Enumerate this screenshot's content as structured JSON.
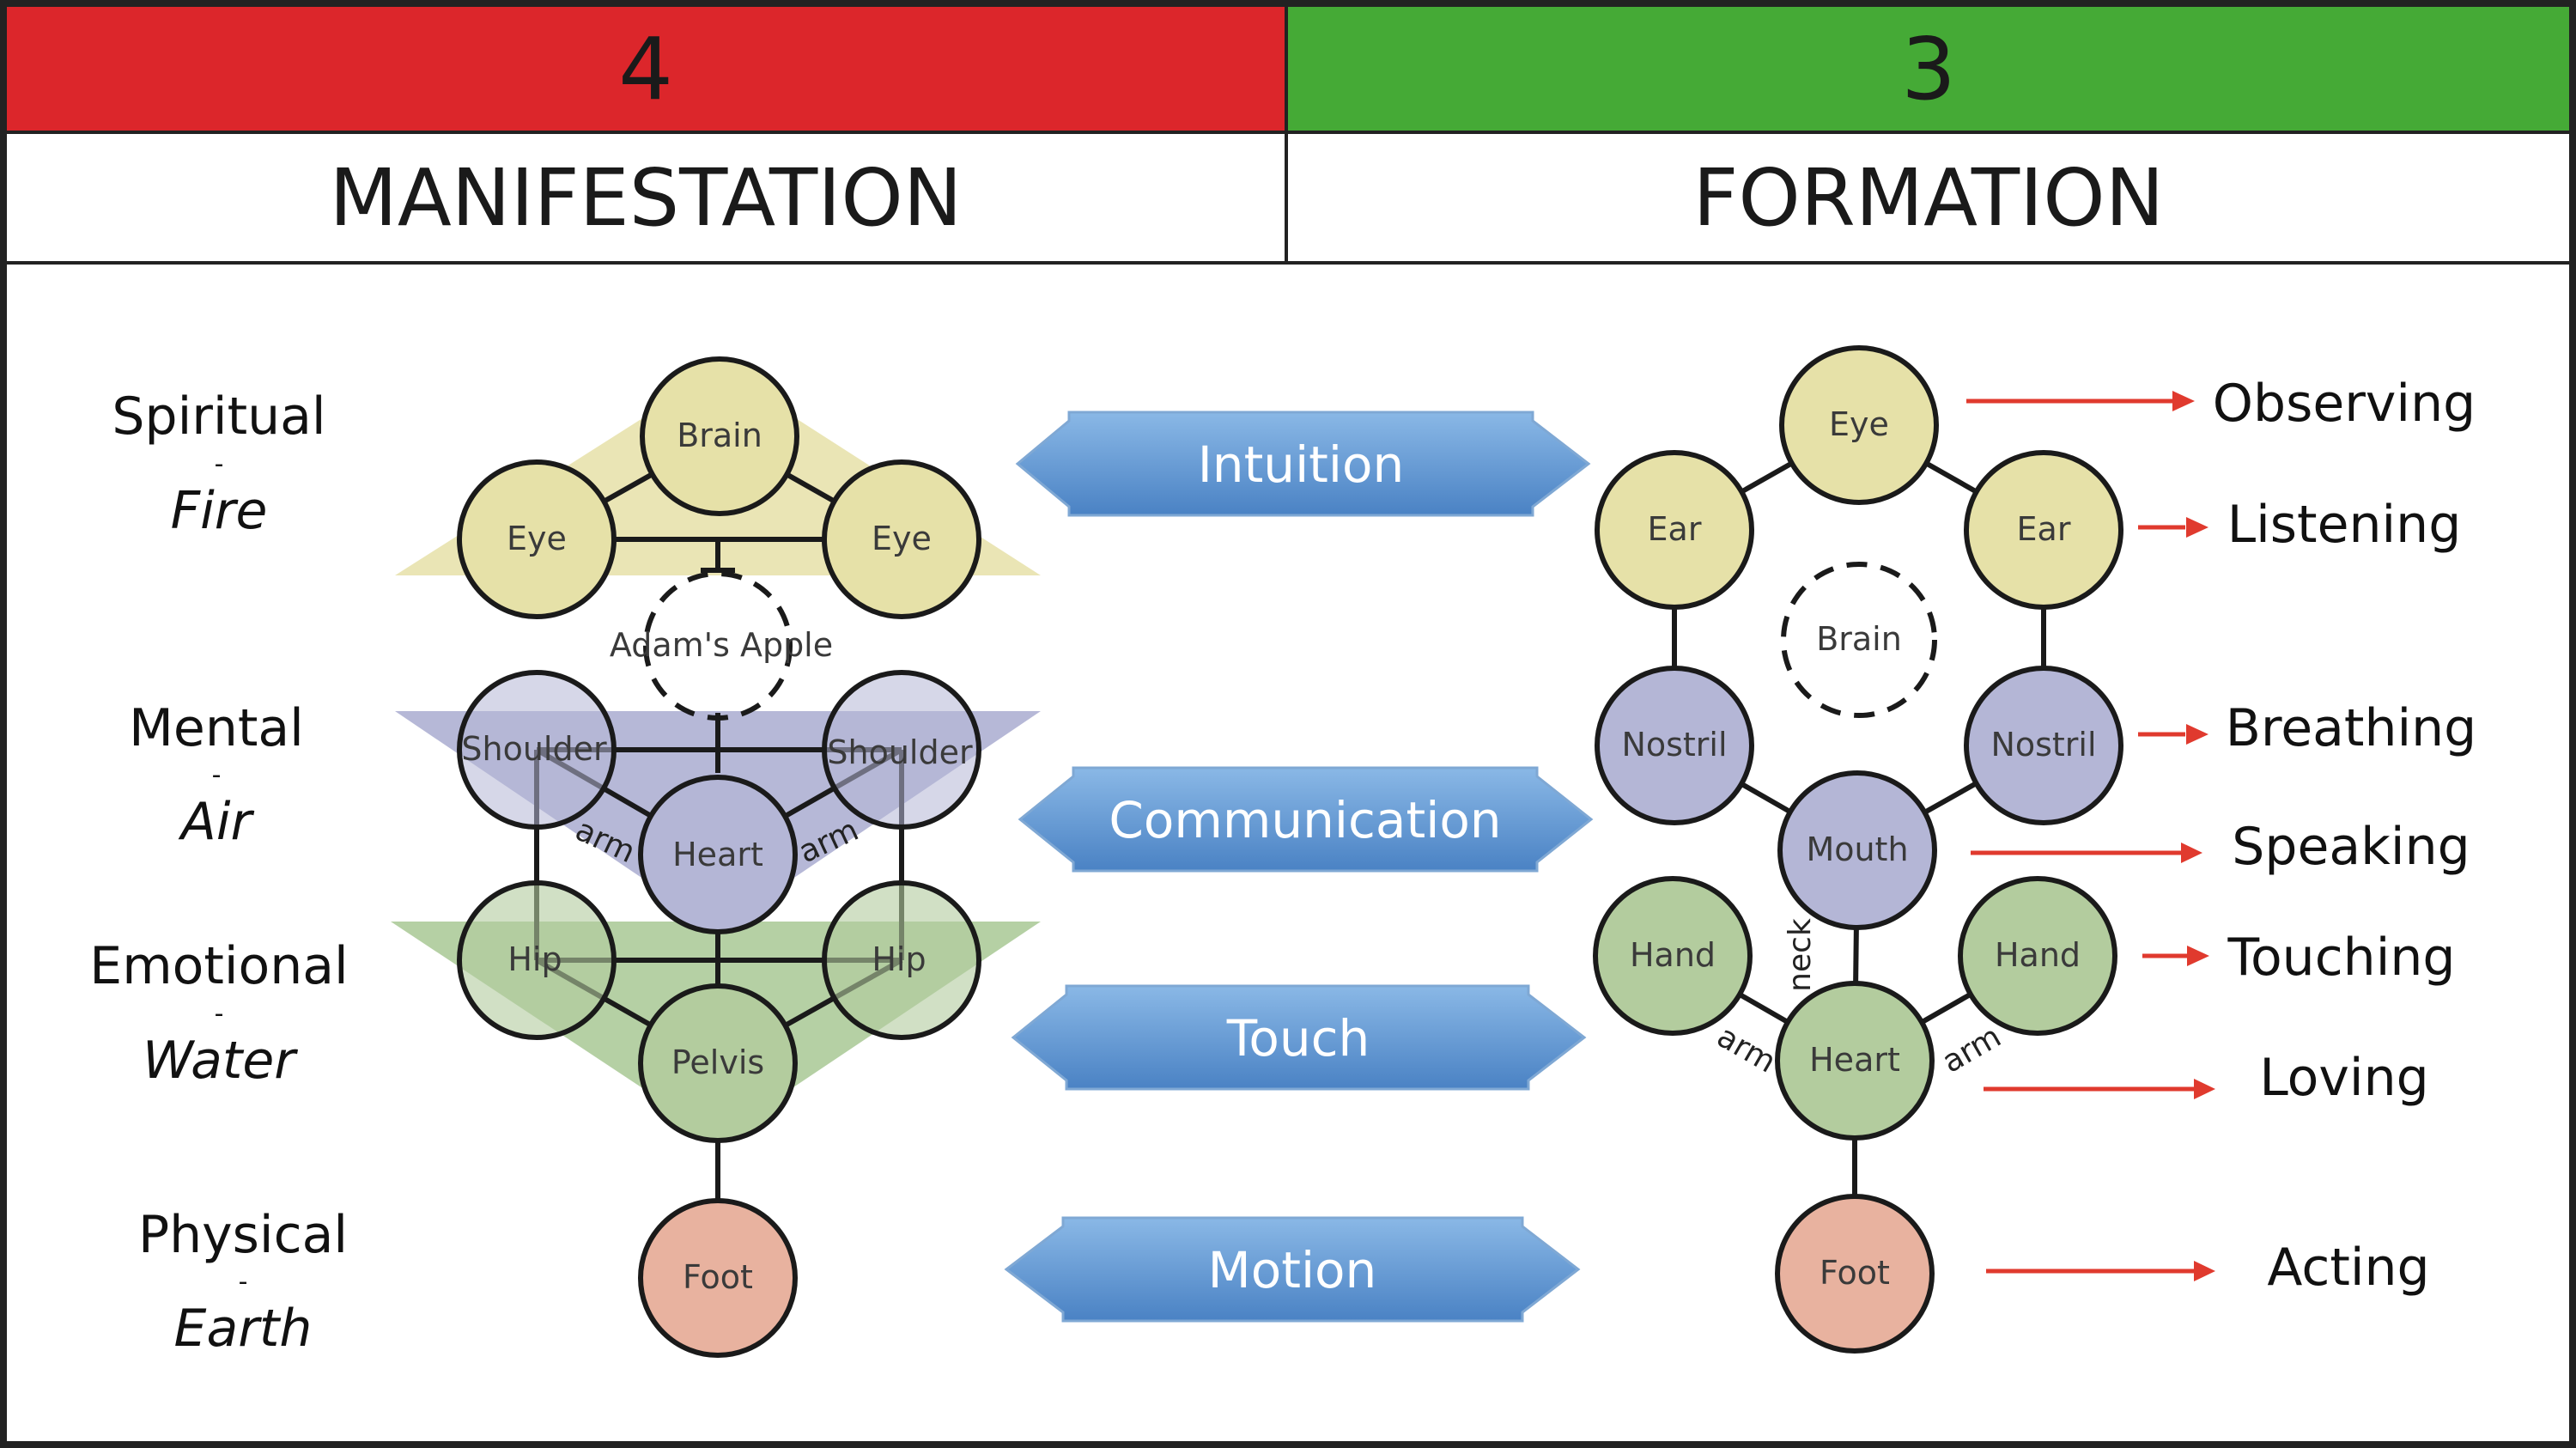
{
  "header": {
    "left_number": "4",
    "right_number": "3",
    "left_title": "MANIFESTATION",
    "right_title": "FORMATION"
  },
  "colors": {
    "left_bar": "#dc262b",
    "right_bar": "#45aa36",
    "arrow_fill": "#6a9fd6",
    "fire_node": "#e6e1a8",
    "air_node": "#b4b6d6",
    "water_node": "#b3cc9e",
    "earth_node": "#e8b29f",
    "action_arrow": "#e03a2e"
  },
  "levels": [
    {
      "name": "Spiritual",
      "sep": "-",
      "element": "Fire"
    },
    {
      "name": "Mental",
      "sep": "-",
      "element": "Air"
    },
    {
      "name": "Emotional",
      "sep": "-",
      "element": "Water"
    },
    {
      "name": "Physical",
      "sep": "-",
      "element": "Earth"
    }
  ],
  "manifestation": {
    "nodes": {
      "brain": "Brain",
      "eye_left": "Eye",
      "eye_right": "Eye",
      "adams_apple": "Adam's Apple",
      "shoulder_left": "Shoulder",
      "shoulder_right": "Shoulder",
      "heart": "Heart",
      "hip_left": "Hip",
      "hip_right": "Hip",
      "pelvis": "Pelvis",
      "foot": "Foot"
    },
    "edge_labels": {
      "arm_left": "arm",
      "arm_right": "arm"
    }
  },
  "center_arrows": [
    "Intuition",
    "Communication",
    "Touch",
    "Motion"
  ],
  "formation": {
    "nodes": {
      "eye": "Eye",
      "ear_left": "Ear",
      "ear_right": "Ear",
      "brain": "Brain",
      "nostril_left": "Nostril",
      "nostril_right": "Nostril",
      "mouth": "Mouth",
      "hand_left": "Hand",
      "hand_right": "Hand",
      "heart": "Heart",
      "foot": "Foot"
    },
    "edge_labels": {
      "neck": "neck",
      "arm_left": "arm",
      "arm_right": "arm"
    }
  },
  "actions": [
    "Observing",
    "Listening",
    "Breathing",
    "Speaking",
    "Touching",
    "Loving",
    "Acting"
  ]
}
